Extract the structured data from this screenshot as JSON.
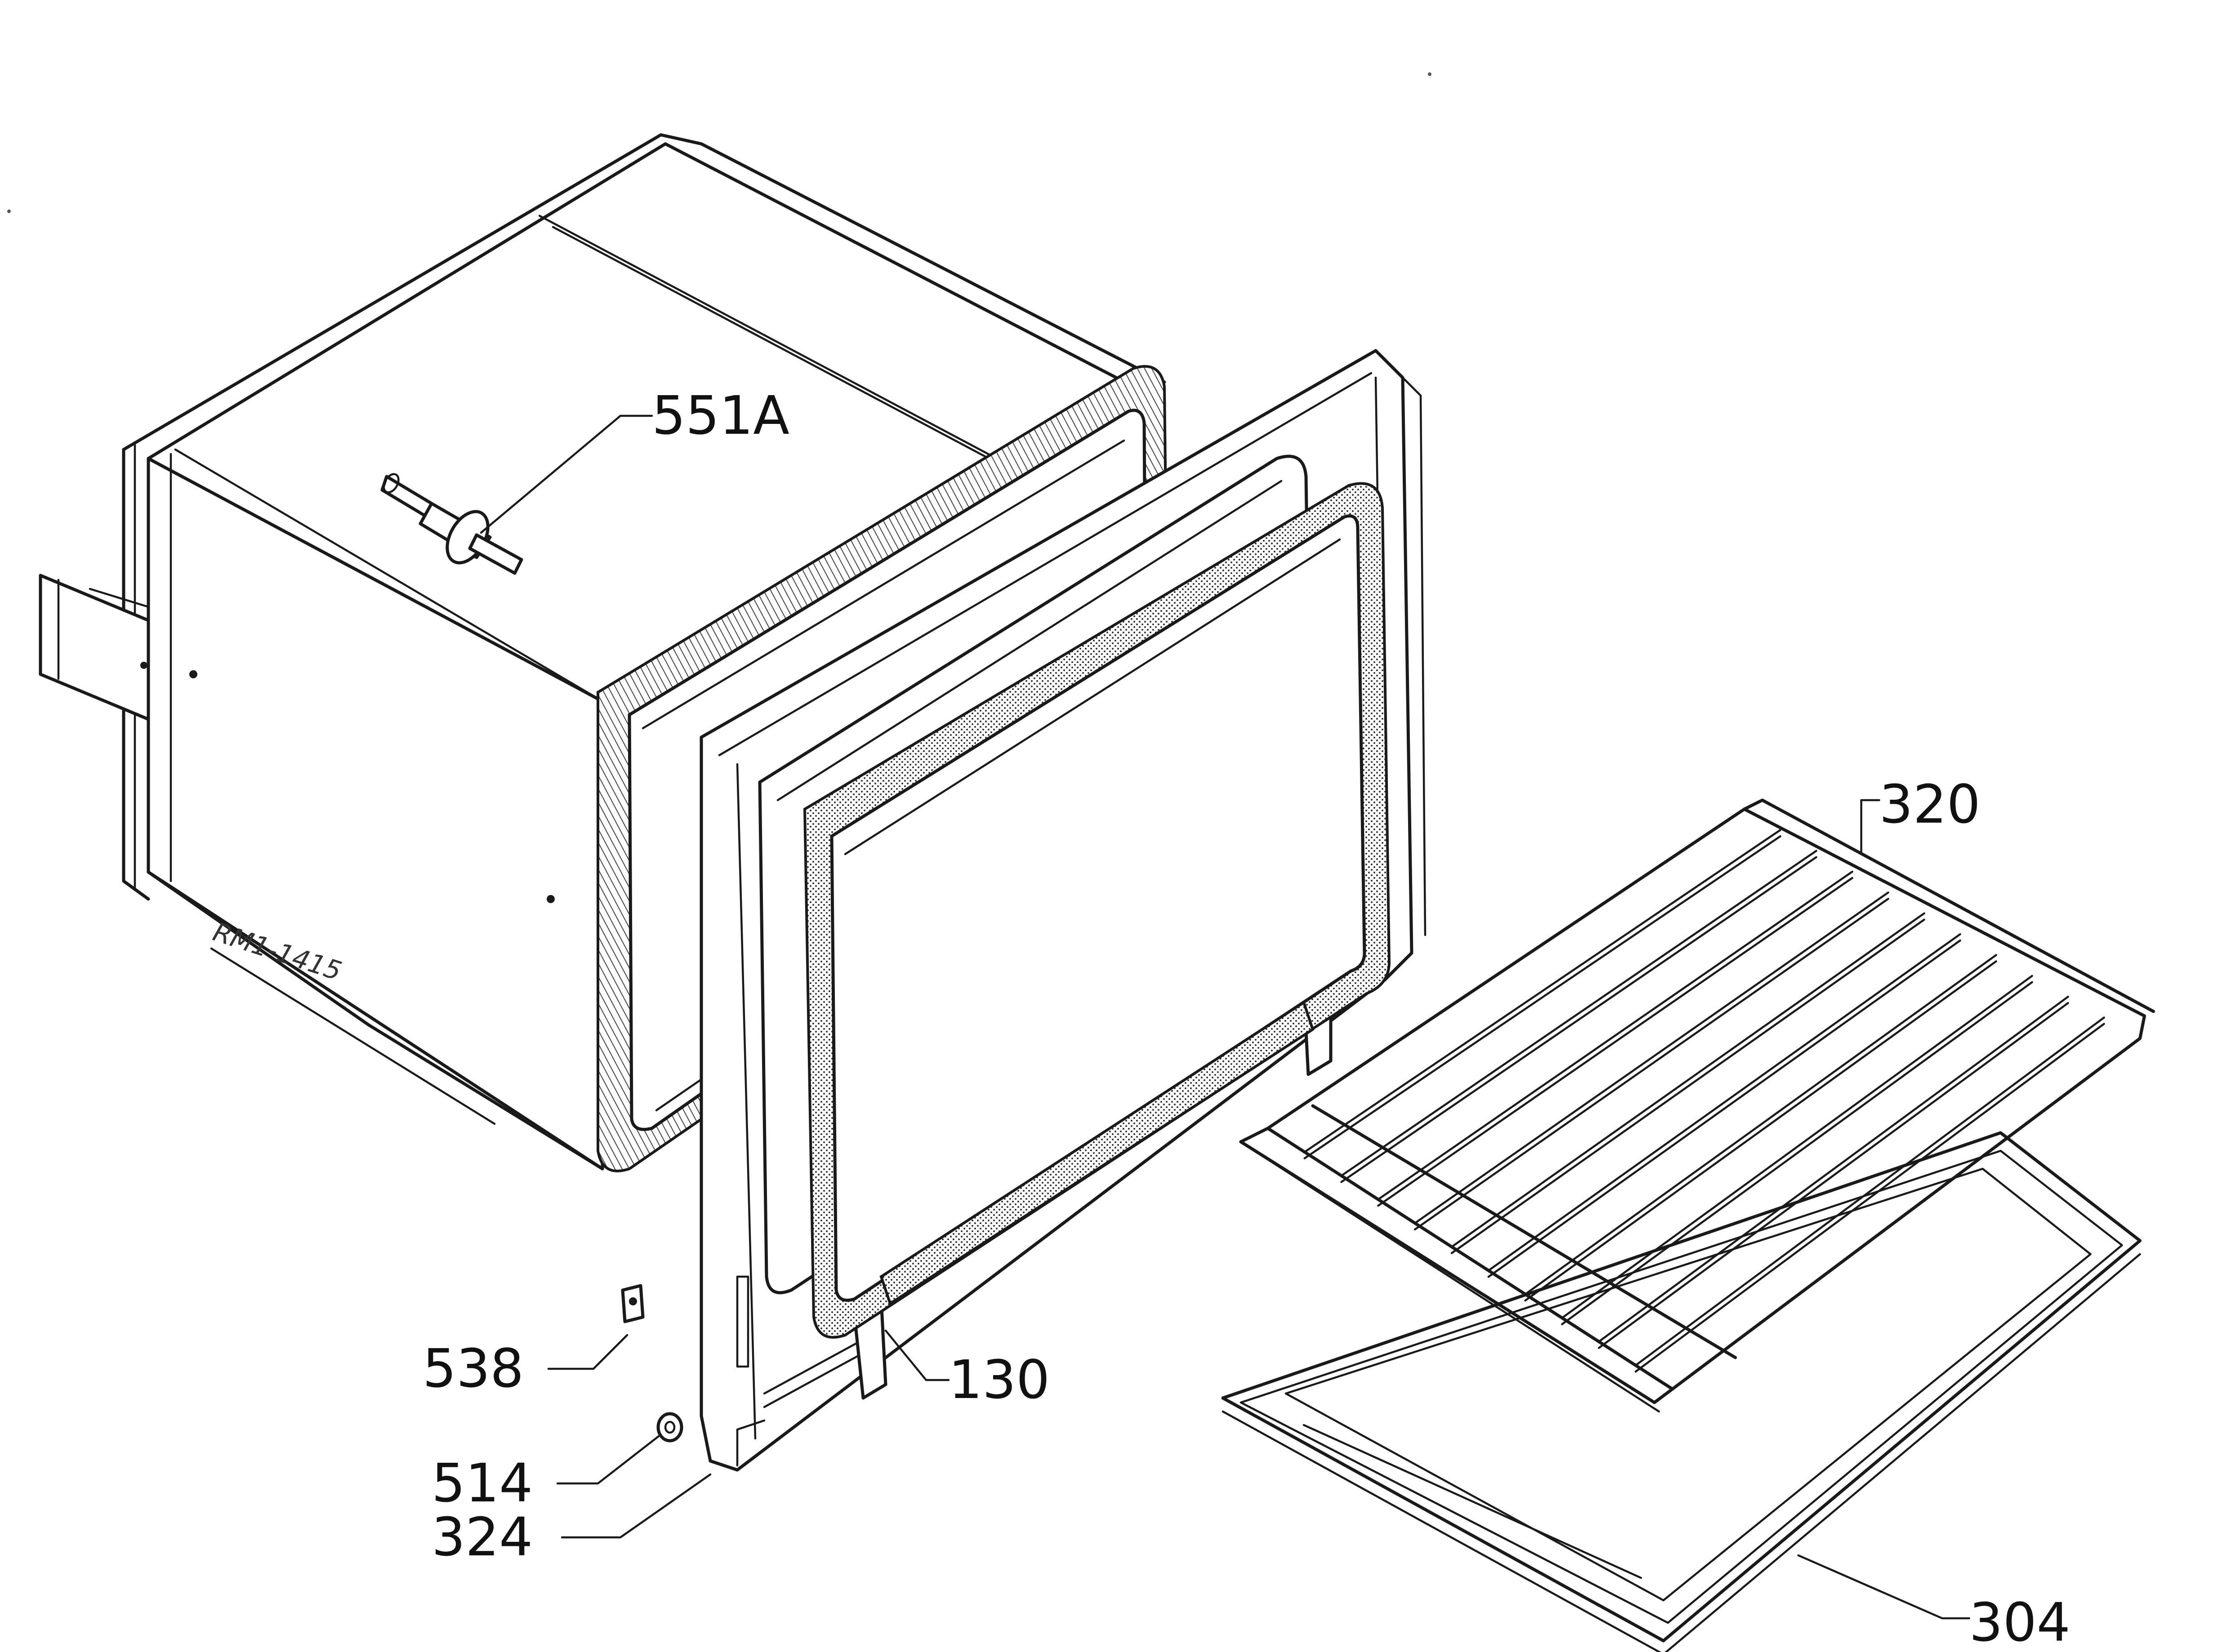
{
  "diagram": {
    "drawing_ref": "RM1-1415",
    "colors": {
      "line": "#1a1a1a",
      "background": "#ffffff"
    },
    "parts": [
      {
        "id": "551A",
        "label": "551A",
        "component": "spit-holder"
      },
      {
        "id": "320",
        "label": "320",
        "component": "oven-shelf"
      },
      {
        "id": "130",
        "label": "130",
        "component": "front-frame-seal"
      },
      {
        "id": "538",
        "label": "538",
        "component": "hinge-catch"
      },
      {
        "id": "514",
        "label": "514",
        "component": "washer"
      },
      {
        "id": "324",
        "label": "324",
        "component": "front-frame"
      },
      {
        "id": "304",
        "label": "304",
        "component": "baking-tray"
      }
    ]
  }
}
